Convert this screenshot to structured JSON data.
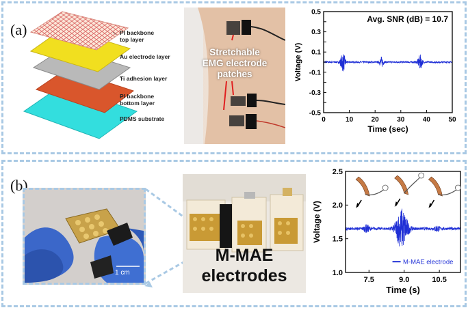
{
  "panel_a": {
    "letter": "(a)",
    "layers": [
      "PI backbone\ntop layer",
      "Au electrode layer",
      "Ti adhesion layer",
      "PI backbone\nbottom layer",
      "PDMS substrate"
    ],
    "photo_caption": "Stretchable\nEMG electrode\npatches"
  },
  "panel_b": {
    "letter": "(b)",
    "scale_bar_label": "1 cm",
    "photo_caption": "M-MAE\nelectrodes"
  },
  "colors": {
    "signal": "#1f2fd6",
    "panel_border": "#a9c9e4",
    "skin": "#c67a45"
  },
  "chart_data": [
    {
      "type": "line",
      "title": "Avg. SNR (dB) = 10.7",
      "xlabel": "Time (sec)",
      "ylabel": "Voltage (V)",
      "xlim": [
        0,
        50
      ],
      "ylim": [
        -0.5,
        0.5
      ],
      "xticks": [
        "0",
        "10",
        "20",
        "30",
        "40",
        "50"
      ],
      "yticks": [
        "-0.5",
        "-0.4",
        "-0.3",
        "-0.2",
        "-0.1",
        "0",
        "0.1",
        "0.2",
        "0.3",
        "0.4",
        "0.5"
      ],
      "baseline": 0.0,
      "bursts": [
        {
          "center": 7.5,
          "width": 2.6,
          "amplitude": 0.09
        },
        {
          "center": 22.5,
          "width": 2.2,
          "amplitude": 0.05
        },
        {
          "center": 37.5,
          "width": 2.4,
          "amplitude": 0.07
        }
      ],
      "noise_amplitude": 0.008
    },
    {
      "type": "line",
      "xlabel": "Time (s)",
      "ylabel": "Voltage (V)",
      "xlim": [
        6.5,
        11.4
      ],
      "ylim": [
        1.0,
        2.5
      ],
      "xticks": [
        "7.5",
        "9.0",
        "10.5"
      ],
      "yticks": [
        "1.0",
        "1.5",
        "2.0",
        "2.5"
      ],
      "baseline": 1.65,
      "bursts": [
        {
          "center": 7.4,
          "width": 0.35,
          "amplitude": 0.05
        },
        {
          "center": 8.9,
          "width": 0.7,
          "amplitude": 0.3
        },
        {
          "center": 10.4,
          "width": 0.3,
          "amplitude": 0.04
        }
      ],
      "noise_amplitude": 0.02,
      "legend": "M-MAE electrode"
    }
  ]
}
